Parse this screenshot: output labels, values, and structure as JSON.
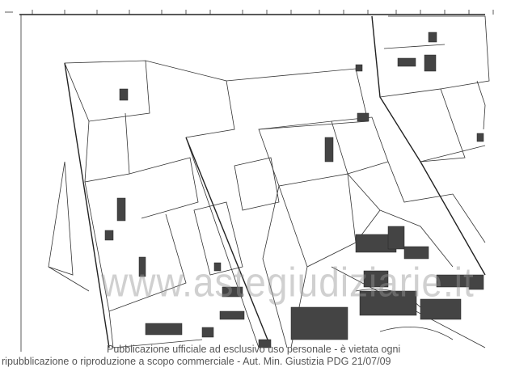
{
  "map": {
    "type": "cadastral-map",
    "line_color": "#333333",
    "building_color": "#444444"
  },
  "watermark": {
    "text": "www.astegiudiziarie.it"
  },
  "notice": {
    "line1": "Pubblicazione ufficiale ad esclusivo uso personale - è vietata ogni",
    "line2": "ripubblicazione o riproduzione a scopo commerciale - Aut. Min. Giustizia PDG 21/07/09"
  }
}
